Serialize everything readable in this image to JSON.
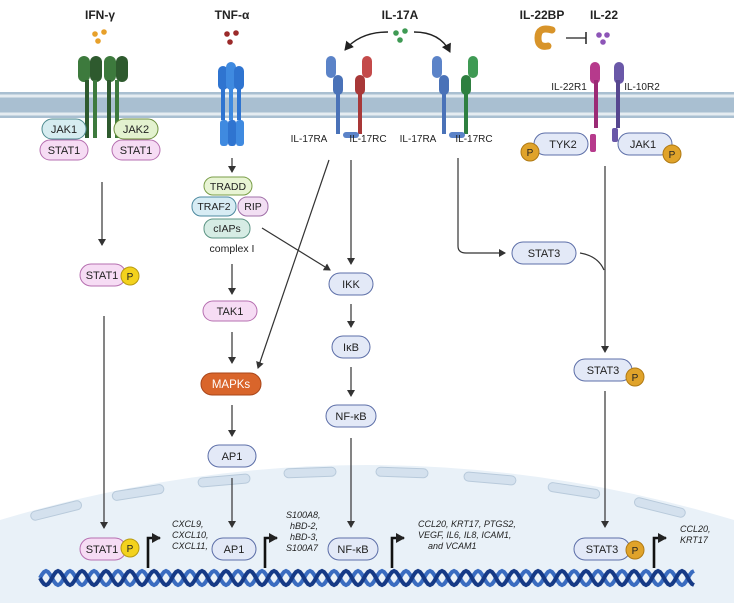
{
  "ligands": {
    "ifng": "IFN-γ",
    "tnfa": "TNF-α",
    "il17a": "IL-17A",
    "il22bp": "IL-22BP",
    "il22": "IL-22"
  },
  "receptors": {
    "il17ra_left": "IL-17RA",
    "il17rc_left": "IL-17RC",
    "il17ra_right": "IL-17RA",
    "il17rc_right": "IL-17RC",
    "il22r1": "IL-22R1",
    "il10r2": "IL-10R2"
  },
  "nodes": {
    "jak1_ifn": "JAK1",
    "jak2_ifn": "JAK2",
    "stat1_left": "STAT1",
    "stat1_right": "STAT1",
    "stat1_p": "STAT1",
    "stat1_nuc": "STAT1",
    "tradd": "TRADD",
    "traf2": "TRAF2",
    "rip": "RIP",
    "ciaps": "cIAPs",
    "complex": "complex I",
    "tak1": "TAK1",
    "mapks": "MAPKs",
    "ap1": "AP1",
    "ap1_nuc": "AP1",
    "ikk": "IKK",
    "ikb": "IκB",
    "nfkb": "NF-κB",
    "nfkb_nuc": "NF-κB",
    "tyk2": "TYK2",
    "jak1_il22": "JAK1",
    "stat3": "STAT3",
    "stat3_p": "STAT3",
    "stat3_nuc": "STAT3",
    "phospho": "P"
  },
  "genes": {
    "stat1_genes": [
      "CXCL9,",
      "CXCL10,",
      "CXCL11,"
    ],
    "ap1_genes": [
      "S100A8,",
      "hBD-2,",
      "hBD-3,",
      "S100A7"
    ],
    "nfkb_genes": [
      "CCL20, KRT17, PTGS2,",
      "VEGF, IL6, IL8, ICAM1,",
      "and VCAM1"
    ],
    "stat3_genes": [
      "CCL20,",
      "KRT17"
    ]
  },
  "colors": {
    "membrane": "#a9bfd1",
    "membrane_line": "#7e98ad",
    "stat1": "#f6dcf4",
    "stat1_border": "#b66fb0",
    "node_blue": "#e3e9f7",
    "node_blue_border": "#5d6fa8",
    "mapks": "#d9652b",
    "phospho": "#f3b81d",
    "nucleus": "#e9f1f8",
    "dna1": "#163a86",
    "dna2": "#3a6cc0"
  }
}
